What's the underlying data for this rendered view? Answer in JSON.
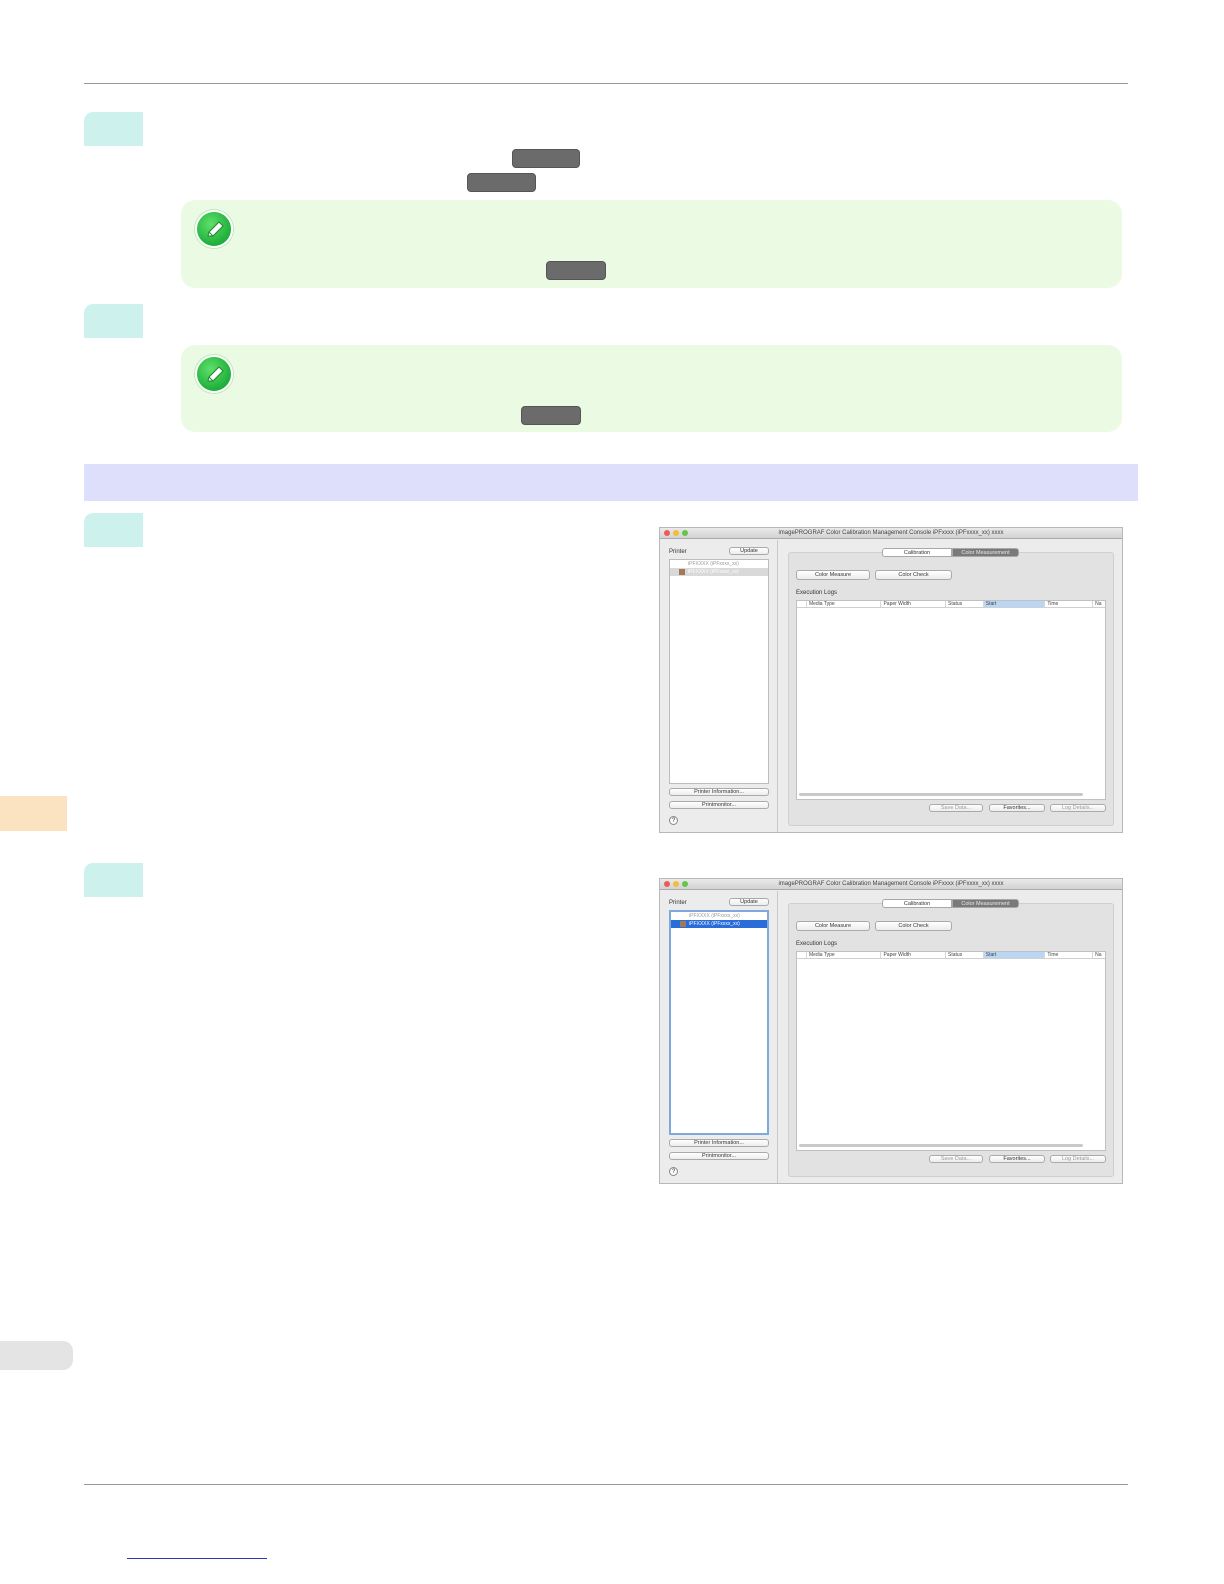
{
  "windows": [
    {
      "title": "imagePROGRAF Color Calibration Management Console iPFxxxx (iPFxxxx_xx) xxxx",
      "printer_label": "Printer",
      "update_button": "Update",
      "printers": [
        "iPFXXXX (iPFxxxx_xx)",
        "iPFXXXX (iPFxxxx_xx)"
      ],
      "tabs": [
        "Calibration",
        "Color Measurement"
      ],
      "color_measure_button": "Color Measure",
      "color_check_button": "Color Check",
      "logs_label": "Execution Logs",
      "columns": [
        "Media Type",
        "Paper Width",
        "Status",
        "Start",
        "Time",
        "Na"
      ],
      "printer_info_button": "Printer Information...",
      "printmonitor_button": "Printmonitor...",
      "help": "?",
      "save_data_button": "Save Data...",
      "favorites_button": "Favorites...",
      "log_details_button": "Log Details..."
    },
    {
      "title": "imagePROGRAF Color Calibration Management Console iPFxxxx (iPFxxxx_xx) xxxx",
      "printer_label": "Printer",
      "update_button": "Update",
      "printers": [
        "iPFXXXX (iPFxxxx_xx)",
        "iPFXXXX (iPFxxxx_xx)"
      ],
      "tabs": [
        "Calibration",
        "Color Measurement"
      ],
      "color_measure_button": "Color Measure",
      "color_check_button": "Color Check",
      "logs_label": "Execution Logs",
      "columns": [
        "Media Type",
        "Paper Width",
        "Status",
        "Start",
        "Time",
        "Na"
      ],
      "printer_info_button": "Printer Information...",
      "printmonitor_button": "Printmonitor...",
      "help": "?",
      "save_data_button": "Save Data...",
      "favorites_button": "Favorites...",
      "log_details_button": "Log Details..."
    }
  ]
}
